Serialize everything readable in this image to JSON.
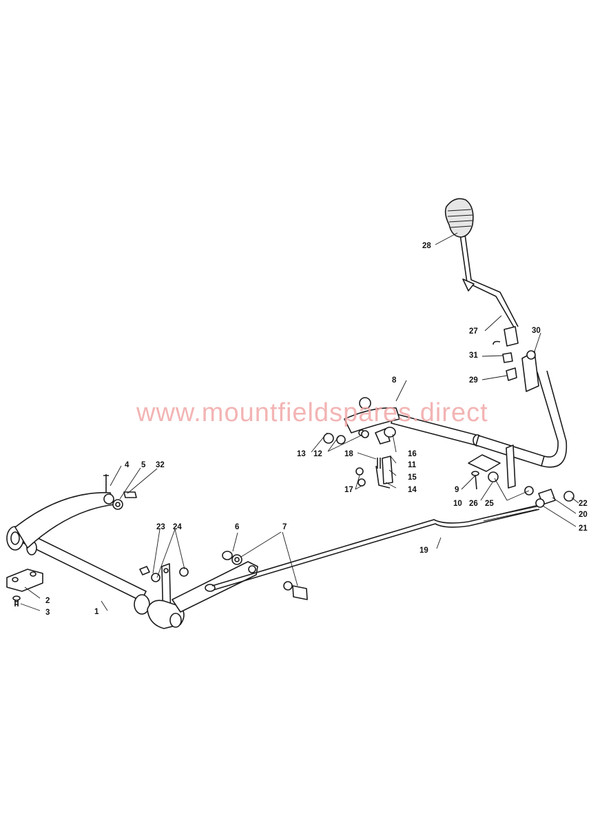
{
  "watermark": "www.mountfieldspares.direct",
  "callouts": [
    "1",
    "2",
    "3",
    "4",
    "5",
    "6",
    "7",
    "8",
    "9",
    "10",
    "11",
    "12",
    "13",
    "14",
    "15",
    "16",
    "17",
    "18",
    "19",
    "20",
    "21",
    "22",
    "23",
    "24",
    "25",
    "26",
    "27",
    "28",
    "29",
    "30",
    "31",
    "32"
  ],
  "colors": {
    "line": "#1a1a1a",
    "watermark": "#f2a7a7",
    "background": "#ffffff"
  }
}
